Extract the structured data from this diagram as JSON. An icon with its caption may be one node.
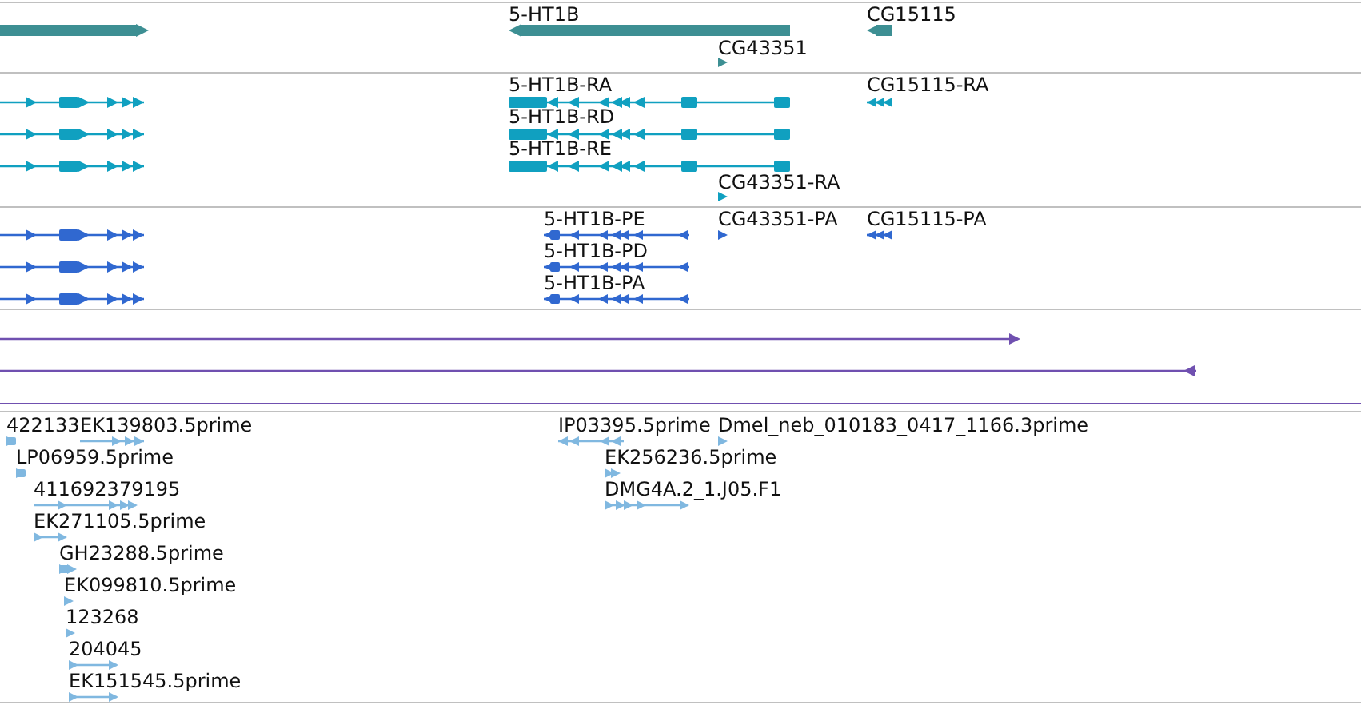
{
  "diagram": {
    "labels": [
      "5-HT1B",
      "CG15115",
      "CG43351",
      "5-HT1B-RA",
      "CG15115-RA",
      "5-HT1B-RD",
      "5-HT1B-RE",
      "CG43351-RA",
      "5-HT1B-PE",
      "CG43351-PA",
      "CG15115-PA",
      "5-HT1B-PD",
      "5-HT1B-PA",
      "422133",
      "EK139803.5prime",
      "IP03395.5prime",
      "Dmel_neb_010183_0417_1166.3prime",
      "LP06959.5prime",
      "EK256236.5prime",
      "411692379195",
      "DMG4A.2_1.J05.F1",
      "EK271105.5prime",
      "GH23288.5prime",
      "EK099810.5prime",
      "123268",
      "204045",
      "EK151545.5prime"
    ]
  }
}
